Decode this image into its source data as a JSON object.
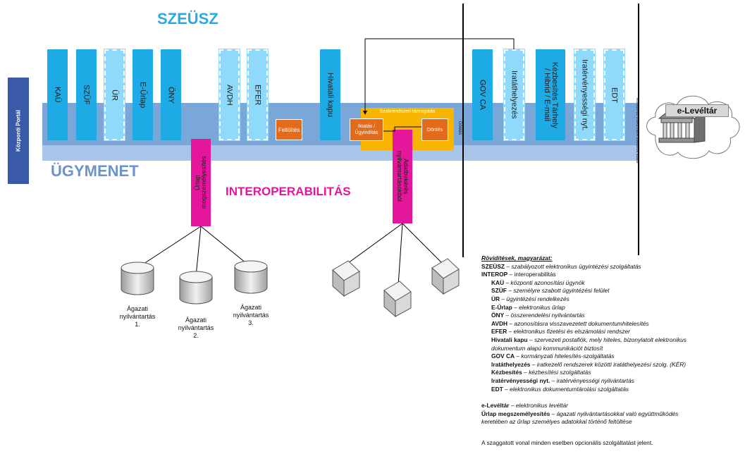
{
  "titles": {
    "szeusz": "SZEÜSZ",
    "ugymenet": "ÜGYMENET",
    "interop": "INTEROPERABILITÁS"
  },
  "left_bar": {
    "label": "Központi Portál"
  },
  "services": [
    {
      "key": "kau",
      "label": "KAÜ",
      "dashed": false
    },
    {
      "key": "szuf",
      "label": "SZÜF",
      "dashed": false
    },
    {
      "key": "ur",
      "label": "ÜR",
      "dashed": true
    },
    {
      "key": "eurlap",
      "label": "E-Űrlap",
      "dashed": false
    },
    {
      "key": "ony",
      "label": "ÖNY",
      "dashed": false
    },
    {
      "key": "avdh",
      "label": "AVDH",
      "dashed": true
    },
    {
      "key": "efer",
      "label": "EFER",
      "dashed": true
    },
    {
      "key": "hivatali",
      "label": "Hivatali kapu",
      "dashed": false
    },
    {
      "key": "govca",
      "label": "GOV CA",
      "dashed": false
    },
    {
      "key": "iratathelyezes",
      "label": "Iratáthelyezés",
      "dashed": true
    },
    {
      "key": "kezbesites",
      "label": "Kézbesítés Tárhely / Hibrid / E-mail",
      "dashed": false
    },
    {
      "key": "iratervenyessegi",
      "label": "Iratérvényességi nyt.",
      "dashed": true
    },
    {
      "key": "edt",
      "label": "EDT",
      "dashed": true
    }
  ],
  "process_boxes": {
    "feltoltes": "Feltöltés",
    "szakrendszeri": "Szakrendszeri támogatás",
    "iktatas": "Iktatás / Ügyindítás",
    "dontes": "Döntés",
    "dontes_vertical": "Döntés",
    "megorzes_vertical": "Maradandó értékű iratok levéltárba adása"
  },
  "interop_boxes": {
    "urlap": "Űrlap megszemélyesítés",
    "adatbekeres": "Adatbekérés nyilvántartásokból"
  },
  "archive": {
    "label": "e-Levéltár"
  },
  "registries": [
    {
      "label": "Ágazati nyilvántartás 1."
    },
    {
      "label": "Ágazati nyilvántartás 2."
    },
    {
      "label": "Ágazati nyilvántartás 3."
    }
  ],
  "legend": {
    "heading": "Rövidítések, magyarázat:",
    "szeusz": {
      "term": "SZEÜSZ",
      "desc": "szabályozott elektronikus ügyintézési szolgáltatás"
    },
    "interop": {
      "term": "INTEROP",
      "desc": "interoperabilitás"
    },
    "items": [
      {
        "term": "KAÜ",
        "desc": "központi azonosítási ügynök"
      },
      {
        "term": "SZÜF",
        "desc": "személyre szabott ügyintézési felület"
      },
      {
        "term": "ÜR",
        "desc": "ügyintézési rendelkezés"
      },
      {
        "term": "E-Űrlap",
        "desc": "elektronikus űrlap"
      },
      {
        "term": "ÖNY",
        "desc": "összerendelési nyilvántartás"
      },
      {
        "term": "AVDH",
        "desc": "azonosításra visszavezetett dokumentumhitelesítés"
      },
      {
        "term": "EFER",
        "desc": "elektronikus fizetési és elszámolási rendszer"
      },
      {
        "term": "Hivatali kapu",
        "desc": "szervezeti postafiók, mely hiteles, bizonylatolt elektronikus"
      },
      {
        "term": "",
        "desc": "dokumentum alapú kommunikációt biztosít"
      },
      {
        "term": "GOV CA",
        "desc": "kormányzati hitelesítés-szolgáltatás"
      },
      {
        "term": "Iratáthelyezés",
        "desc": "iratkezelő rendszerek közötti iratáthelyezési szolg. (KÉR)"
      },
      {
        "term": "Kézbesítés",
        "desc": "kézbesítési szolgáltatás"
      },
      {
        "term": "Iratérvényességi nyt.",
        "desc": "iratérvényességi nyilvántartás"
      },
      {
        "term": "EDT",
        "desc": "elektronikus dokumentumtárolási szolgáltatás"
      }
    ],
    "elevetar": {
      "term": "e-Levéltár",
      "desc": "elektronikus levéltár"
    },
    "urlap": {
      "term": "Űrlap megszemélyesítés",
      "desc": "ágazati nyilvántartásokkal való együttműködés"
    },
    "urlap2": "keretében az űrlap személyes adatokkal történő feltöltése",
    "note": "A szaggatott vonal minden esetben opcionális szolgáltatást jelent."
  },
  "colors": {
    "service_blue": "#1eaae4",
    "service_dashed": "#8fd9fb",
    "band": "#7aa6d8",
    "navy": "#3a5aa8",
    "orange": "#e36c1c",
    "yellow": "#f7b500",
    "magenta": "#e4169c",
    "title_blue": "#29abe2",
    "ugymenet_blue": "#6d93c7"
  }
}
